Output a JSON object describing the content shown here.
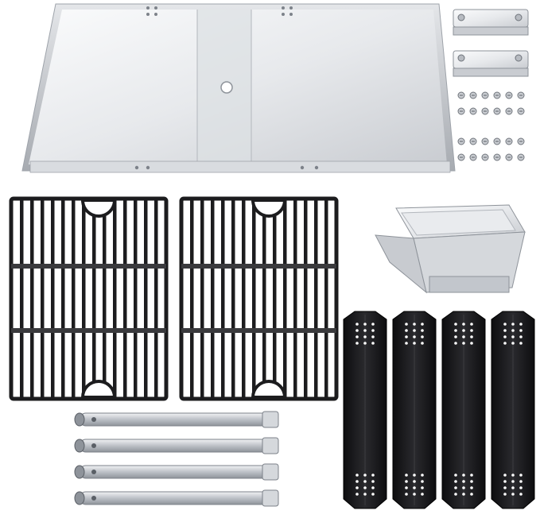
{
  "scene": {
    "background": "#ffffff",
    "colors": {
      "steel_light": "#f2f3f5",
      "steel_mid": "#d4d7dc",
      "steel_dark": "#9ea3aa",
      "cast_iron": "#1c1c1e",
      "cast_iron_edge": "#3a3a3d",
      "heat_plate": "#121214"
    },
    "parts": {
      "drip_tray": {
        "count": 1
      },
      "mounting_brackets": {
        "count": 2
      },
      "screws": {
        "count": 24
      },
      "cooking_grates": {
        "count": 2
      },
      "grease_cup": {
        "count": 1
      },
      "burner_tubes": {
        "count": 4
      },
      "heat_plates": {
        "count": 4
      }
    }
  }
}
